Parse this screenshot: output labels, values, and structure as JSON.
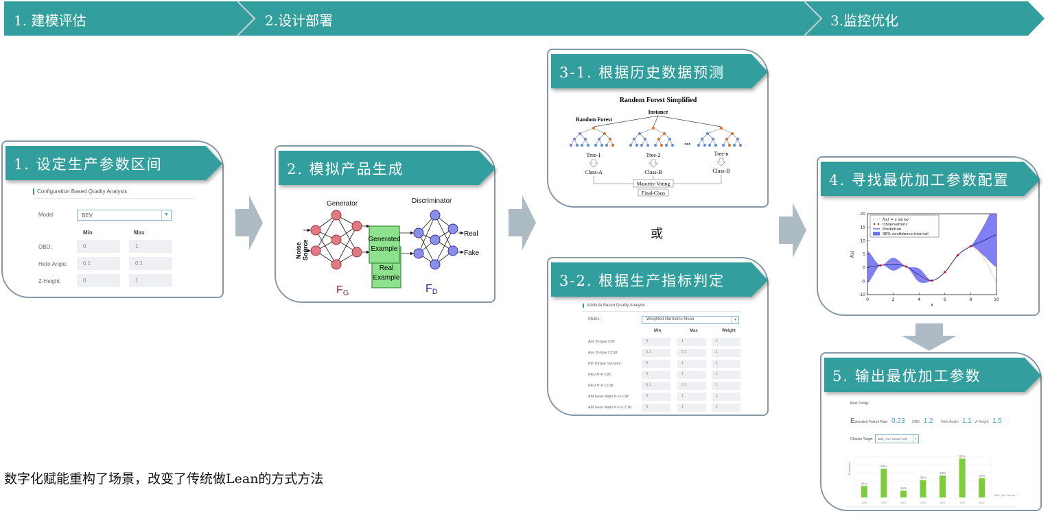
{
  "phases": [
    {
      "label": "1. 建模评估"
    },
    {
      "label": "2.设计部署"
    },
    {
      "label": "3.监控优化"
    }
  ],
  "colors": {
    "teal": "#339e9e",
    "card_border": "#8497a6",
    "arrow_gray": "#adbcc4",
    "gan_generator": "#e07a82",
    "gan_discriminator": "#8b8fe8",
    "gan_box": "#8ee28e",
    "bar_green": "#7dcc3a",
    "ci_blue": "#6a6af0"
  },
  "cards": {
    "c1": {
      "title": "1. 设定生产参数区间",
      "form": {
        "section_title": "Configuration Based Quality Analysis",
        "model_label": "Model",
        "model_value": "BEV",
        "col_min": "Min",
        "col_max": "Max",
        "rows": [
          {
            "label": "OBD:",
            "min": "0",
            "max": "1"
          },
          {
            "label": "Helix Angle:",
            "min": "0.1",
            "max": "0.1"
          },
          {
            "label": "Z-Height:",
            "min": "0",
            "max": "1"
          }
        ]
      }
    },
    "c2": {
      "title": "2. 模拟产品生成",
      "gan": {
        "generator": "Generator",
        "discriminator": "Discriminator",
        "noise_source_1": "Noise",
        "noise_source_2": "Source",
        "generated_example_1": "Generated",
        "generated_example_2": "Example",
        "real_example_1": "Real",
        "real_example_2": "Example",
        "out_real": "Real",
        "out_fake": "Fake",
        "fg": "F",
        "fg_sub": "G",
        "fd": "F",
        "fd_sub": "D"
      }
    },
    "c31": {
      "title": "3-1. 根据历史数据预测",
      "rf": {
        "title": "Random Forest Simplified",
        "instance": "Instance",
        "random_forest": "Random Forest",
        "trees": [
          "Tree-1",
          "Tree-2",
          "Tree-n"
        ],
        "classes": [
          "Class-A",
          "Class-B",
          "Class-B"
        ],
        "ellipsis": "...",
        "majority": "Majority-Voting",
        "final": "Final-Class"
      }
    },
    "or_text": "或",
    "c32": {
      "title": "3-2. 根据生产指标判定",
      "form": {
        "section_title": "Attribute Based Quality Analysis",
        "metric_label": "Metric:",
        "metric_value": "Weighted Harmonic Mean",
        "col_min": "Min",
        "col_max": "Max",
        "col_weight": "Weight",
        "rows": [
          {
            "label": "Ave Torque CW:",
            "min": "0",
            "max": "1",
            "weight": "1"
          },
          {
            "label": "Ave Torque CCW:",
            "min": "0.1",
            "max": "0.1",
            "weight": "1"
          },
          {
            "label": "BD Torque Symetry:",
            "min": "0",
            "max": "1",
            "weight": "1"
          },
          {
            "label": "REV-P-P CW:",
            "min": "0",
            "max": "1",
            "weight": "1"
          },
          {
            "label": "REV-P-P CCW:",
            "min": "0.1",
            "max": "0.1",
            "weight": "1"
          },
          {
            "label": "AM Gear Ratio P-O-CW:",
            "min": "0",
            "max": "1",
            "weight": "1"
          },
          {
            "label": "AM Gear Ratio P-O-CCW:",
            "min": "0",
            "max": "1",
            "weight": "1"
          }
        ]
      }
    },
    "c4": {
      "title": "4. 寻找最优加工参数配置"
    },
    "c5": {
      "title": "5. 输出最优加工参数",
      "best_config_label": "Best Config :",
      "efr_big": "E",
      "efr_label": "stimated Failure Rate:",
      "efr_value": "0.23",
      "obd_label": "OBD:",
      "obd_value": "1.2",
      "helix_label": "Helix Angle:",
      "helix_value": "1.1",
      "z_label": "Z-Height:",
      "z_value": "1.5",
      "choose_target_label": "Choose Target :",
      "choose_target_value": "BD1_Ave Torque CW"
    }
  },
  "footer": "数字化赋能重构了场景，改变了传统做Lean的方式方法",
  "chart_data": [
    {
      "type": "line",
      "title": "",
      "xlabel": "x",
      "ylabel": "f(x)",
      "xlim": [
        0,
        10
      ],
      "ylim": [
        -10,
        20
      ],
      "xticks": [
        0,
        2,
        4,
        6,
        8,
        10
      ],
      "yticks": [
        -10,
        -5,
        0,
        5,
        10,
        15,
        20
      ],
      "legend": [
        "f(x) = x sin(x)",
        "Observations",
        "Prediction",
        "95% confidence interval"
      ],
      "legend_position": "top-left",
      "observations": {
        "x": [
          1,
          3,
          5,
          6,
          7,
          8
        ],
        "y": [
          0.84,
          0.42,
          -4.79,
          -1.68,
          4.6,
          7.91
        ]
      },
      "prediction": {
        "x": [
          0,
          1,
          2,
          3,
          4,
          5,
          6,
          7,
          8,
          9,
          10
        ],
        "y": [
          0.2,
          0.84,
          1.3,
          0.42,
          -2.8,
          -4.79,
          -1.68,
          4.6,
          7.91,
          10.0,
          12.2
        ]
      },
      "ci_half_width": [
        6.0,
        0.0,
        2.4,
        0.0,
        2.5,
        0.0,
        0.0,
        0.0,
        0.0,
        5.5,
        12.0
      ],
      "true_function": "x*sin(x)"
    },
    {
      "type": "bar",
      "title": "",
      "xlabel": "",
      "ylabel": "Probability",
      "legend": [
        "BD1_Ave Torque CW"
      ],
      "legend_position": "right",
      "categories": [
        "XXX",
        "XXX",
        "XXX",
        "XXX",
        "XXX",
        "XXX",
        "XXX"
      ],
      "values": [
        25,
        63,
        15,
        38,
        48,
        85,
        42
      ],
      "value_labels": [
        "25%",
        "63%",
        "15%",
        "38%",
        "48%",
        "85%",
        "42%"
      ],
      "ylim": [
        0,
        90
      ]
    }
  ]
}
